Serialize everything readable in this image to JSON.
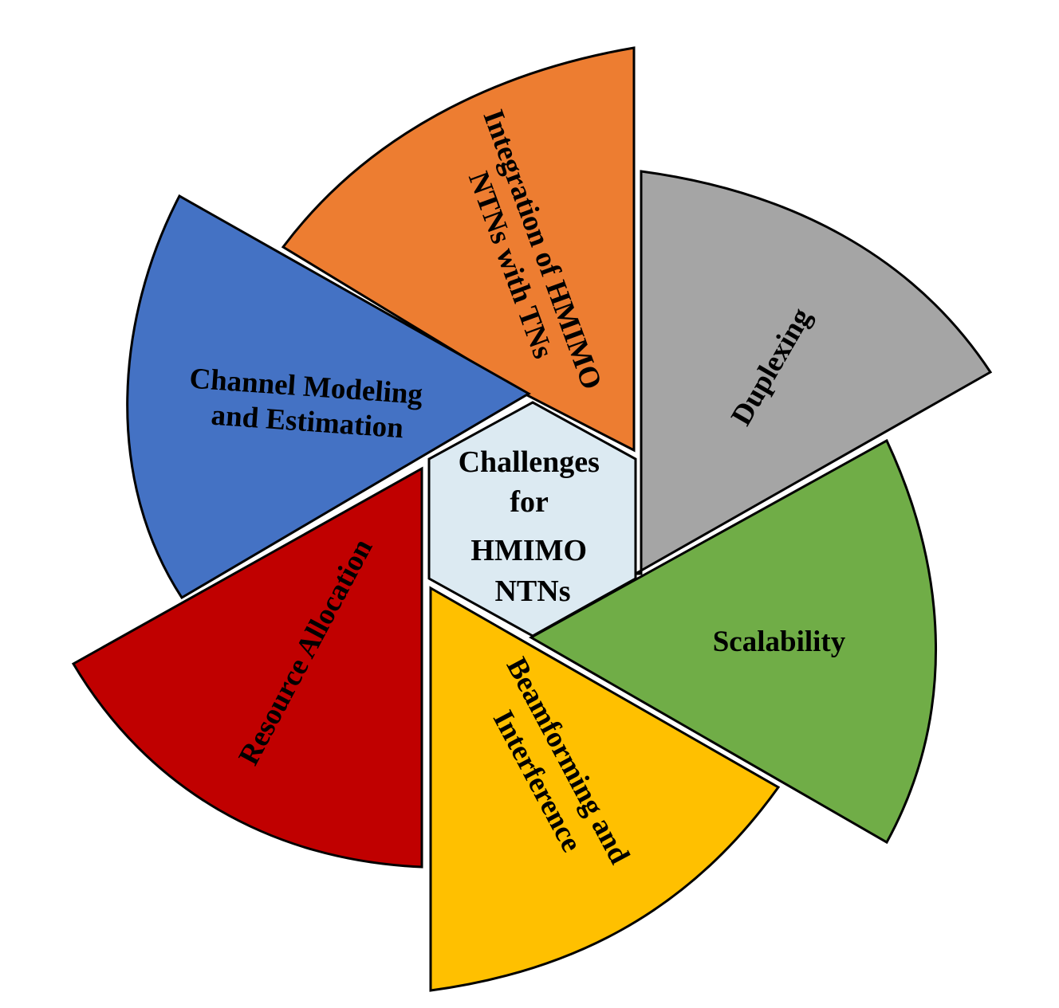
{
  "center": {
    "lines": [
      "Challenges",
      "for",
      "HMIMO",
      "NTNs"
    ],
    "fill": "#DCEAF2"
  },
  "segments": [
    {
      "id": "integration",
      "lines": [
        "Integration of HMIMO",
        "NTNs with TNs"
      ],
      "fill": "#ED7D31"
    },
    {
      "id": "duplexing",
      "lines": [
        "Duplexing"
      ],
      "fill": "#A5A5A5"
    },
    {
      "id": "scalability",
      "lines": [
        "Scalability"
      ],
      "fill": "#70AD47"
    },
    {
      "id": "beamforming",
      "lines": [
        "Beamforming and",
        "Interference"
      ],
      "fill": "#FFC000"
    },
    {
      "id": "resource-allocation",
      "lines": [
        "Resource Allocation"
      ],
      "fill": "#C00000"
    },
    {
      "id": "channel-modeling",
      "lines": [
        "Channel Modeling",
        "and Estimation"
      ],
      "fill": "#4472C4"
    }
  ]
}
